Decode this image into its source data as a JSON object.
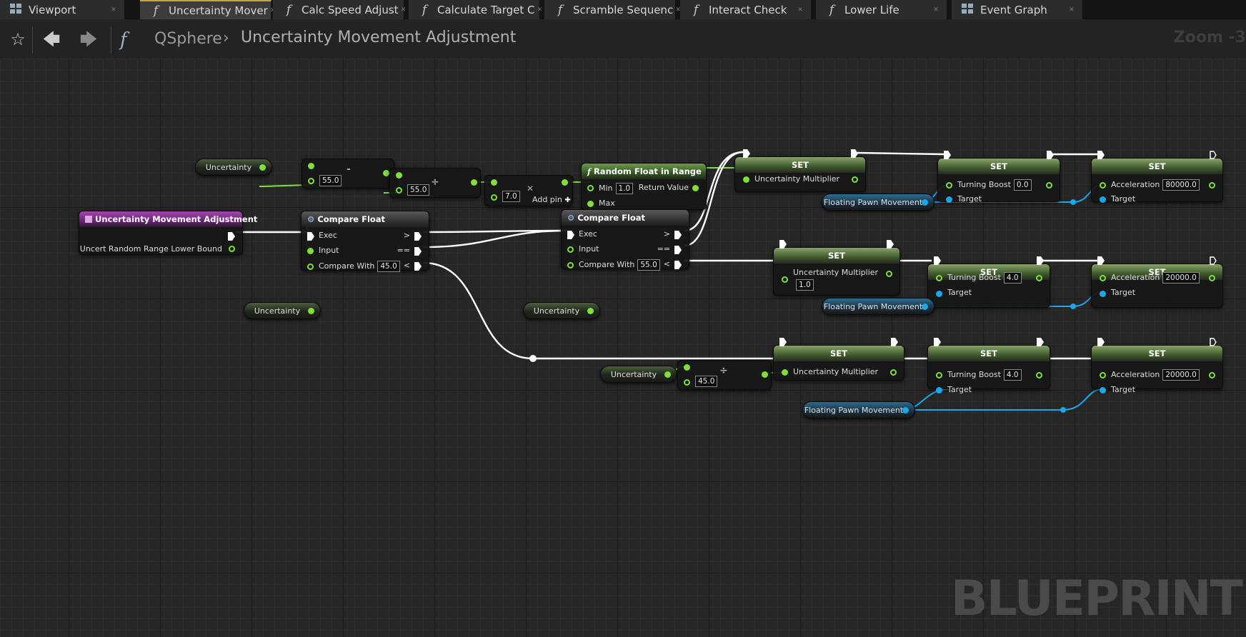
{
  "tabs": [
    {
      "label": "Viewport",
      "icon": "viewport-grid-icon"
    },
    {
      "label": "Uncertainty Mover",
      "icon": "function-icon",
      "active": true
    },
    {
      "label": "Calc Speed Adjust",
      "icon": "function-icon"
    },
    {
      "label": "Calculate Target C",
      "icon": "function-icon"
    },
    {
      "label": "Scramble Sequenc",
      "icon": "function-icon"
    },
    {
      "label": "Interact Check",
      "icon": "function-icon"
    },
    {
      "label": "Lower Life",
      "icon": "function-icon"
    },
    {
      "label": "Event Graph",
      "icon": "event-graph-icon"
    }
  ],
  "toolbar": {
    "star": "☆",
    "back": "🡄",
    "forward": "🡆",
    "func_glyph": "f",
    "root": "QSphere",
    "arrow": "›",
    "current": "Uncertainty Movement Adjustment",
    "zoom": "Zoom -3"
  },
  "glyphs": {
    "function": "f",
    "close": "✕",
    "plus": "✚",
    "x": "✕"
  },
  "nodes": {
    "var_uncertainty": "Uncertainty",
    "subtract": {
      "value": "55.0",
      "op": "-"
    },
    "divide1": {
      "value": "55.0",
      "op": "÷"
    },
    "multiply": {
      "value": "7.0",
      "op": "✕",
      "add_pin": "Add pin"
    },
    "random": {
      "title": "Random Float in Range",
      "min_label": "Min",
      "min": "1.0",
      "max_label": "Max",
      "return": "Return Value"
    },
    "entry": {
      "title": "Uncertainty Movement Adjustment",
      "output": "Uncert Random Range Lower Bound"
    },
    "compare1": {
      "title": "Compare Float",
      "exec": "Exec",
      "input": "Input",
      "compare_with": "Compare With",
      "value": "45.0",
      "gt": ">",
      "eq": "==",
      "lt": "<"
    },
    "compare2": {
      "title": "Compare Float",
      "exec": "Exec",
      "input": "Input",
      "compare_with": "Compare With",
      "value": "55.0",
      "gt": ">",
      "eq": "==",
      "lt": "<"
    },
    "set_title": "SET",
    "uncertainty_multiplier": "Uncertainty Multiplier",
    "um_value": "1.0",
    "turning_boost": "Turning Boost",
    "acceleration": "Acceleration",
    "target": "Target",
    "floating_pawn": "Floating Pawn Movement",
    "row1": {
      "tb": "0.0",
      "acc": "80000.0"
    },
    "row2": {
      "tb": "4.0",
      "acc": "20000.0"
    },
    "row3": {
      "tb": "4.0",
      "acc": "20000.0"
    },
    "divide2": {
      "value": "45.0",
      "op": "÷"
    }
  },
  "watermark": "BLUEPRINT",
  "colors": {
    "float_pin": "#7fe03a",
    "object_pin": "#1ba8ea",
    "exec_wire": "#ffffff",
    "accent_tab": "#c9a83a",
    "entry_header": "#9b3fa8"
  }
}
